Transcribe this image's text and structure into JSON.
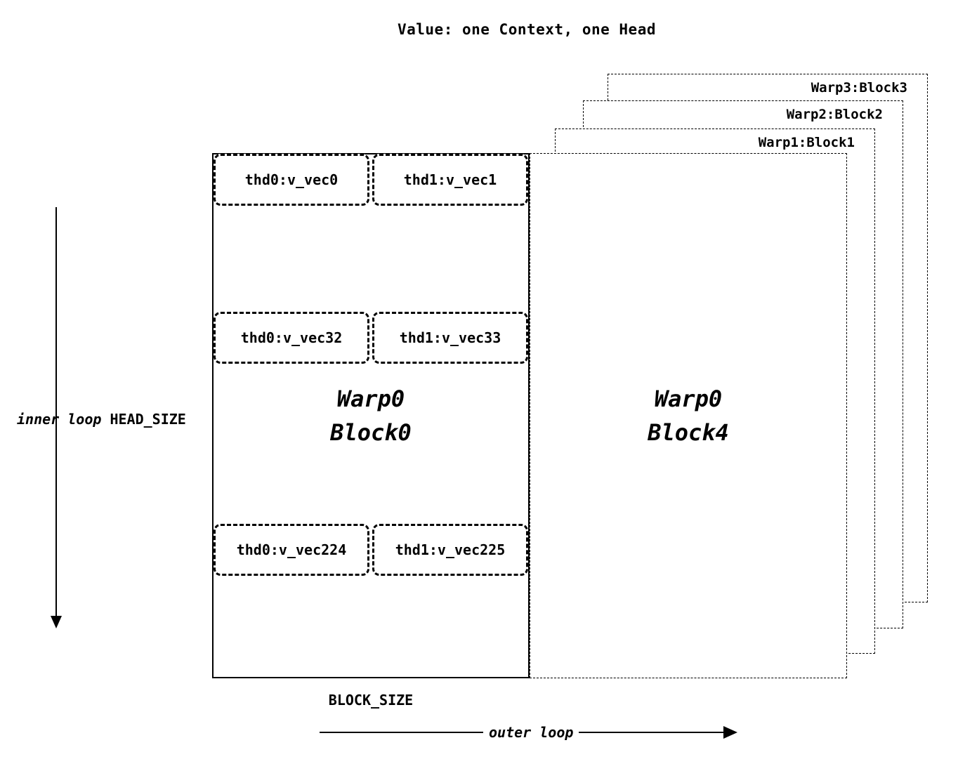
{
  "title": "Value: one Context, one Head",
  "background_blocks": [
    {
      "label": "Warp3:Block3"
    },
    {
      "label": "Warp2:Block2"
    },
    {
      "label": "Warp1:Block1"
    }
  ],
  "block4": {
    "line1": "Warp0",
    "line2": "Block4"
  },
  "block0": {
    "line1": "Warp0",
    "line2": "Block0",
    "vec_rows": [
      {
        "left": "thd0:v_vec0",
        "right": "thd1:v_vec1"
      },
      {
        "left": "thd0:v_vec32",
        "right": "thd1:v_vec33"
      },
      {
        "left": "thd0:v_vec224",
        "right": "thd1:v_vec225"
      }
    ]
  },
  "labels": {
    "inner_loop": "inner loop",
    "head_size": "HEAD_SIZE",
    "block_size": "BLOCK_SIZE",
    "outer_loop": "outer loop"
  }
}
